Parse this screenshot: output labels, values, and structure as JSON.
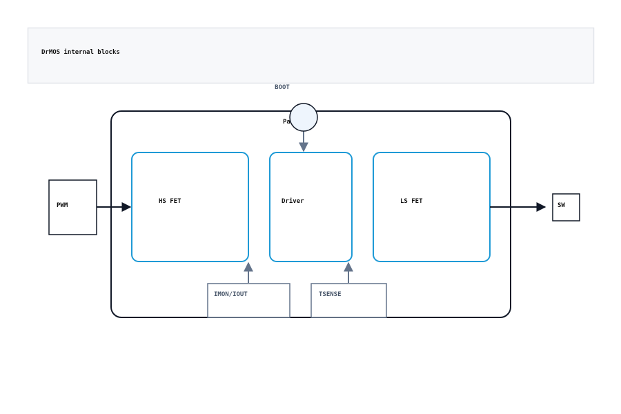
{
  "header": {
    "title": "DrMOS internal blocks"
  },
  "package": {
    "label": "Pa"
  },
  "boot": {
    "label": "BOOT"
  },
  "blocks": {
    "hs_fet": "HS FET",
    "driver": "Driver",
    "ls_fet": "LS FET"
  },
  "io": {
    "pwm": "PWM",
    "sw": "SW"
  },
  "sense": {
    "imon": "IMON/IOUT",
    "tsense": "TSENSE"
  },
  "colors": {
    "block_stroke": "#1e9ad6",
    "outline_dark": "#111827",
    "connector": "#64748b",
    "header_bg": "#f7f8fa",
    "boot_fill": "#eef5fd"
  }
}
